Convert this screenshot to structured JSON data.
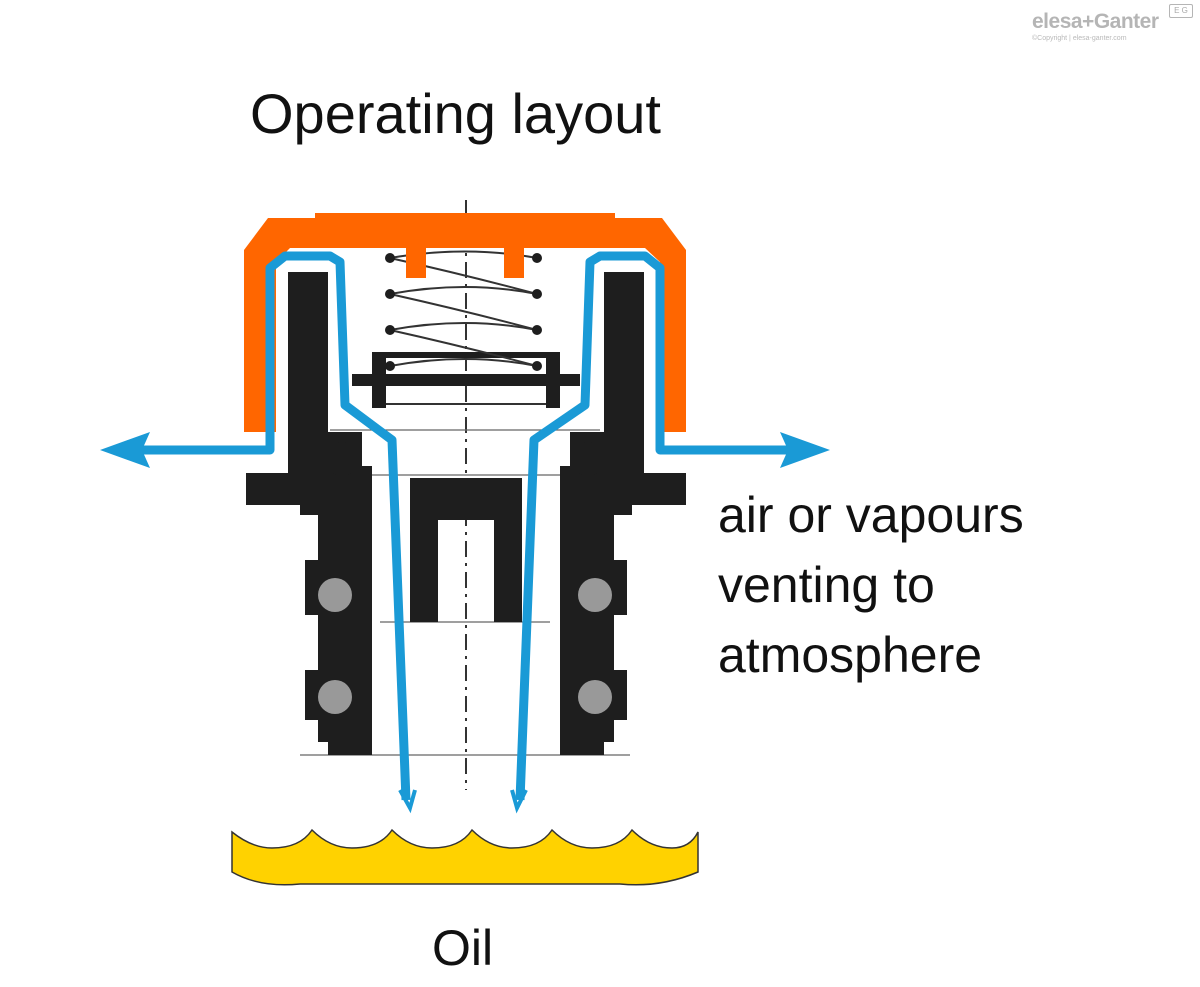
{
  "diagram": {
    "title": "Operating layout",
    "flow_label_lines": [
      "air or vapours",
      "venting to",
      "atmosphere"
    ],
    "reservoir_label": "Oil"
  },
  "brand": {
    "logo": "elesa+Ganter",
    "copyright": "©Copyright | elesa-ganter.com",
    "badge": "E G"
  },
  "colors": {
    "cap": "#ff6600",
    "airflow": "#1a9ad6",
    "body": "#1e1e1e",
    "oring": "#999999",
    "oil": "#ffd200"
  },
  "icons": [
    "arrow-left-icon",
    "arrow-right-icon",
    "spring-icon",
    "o-ring-icon",
    "oil-surface-icon"
  ]
}
